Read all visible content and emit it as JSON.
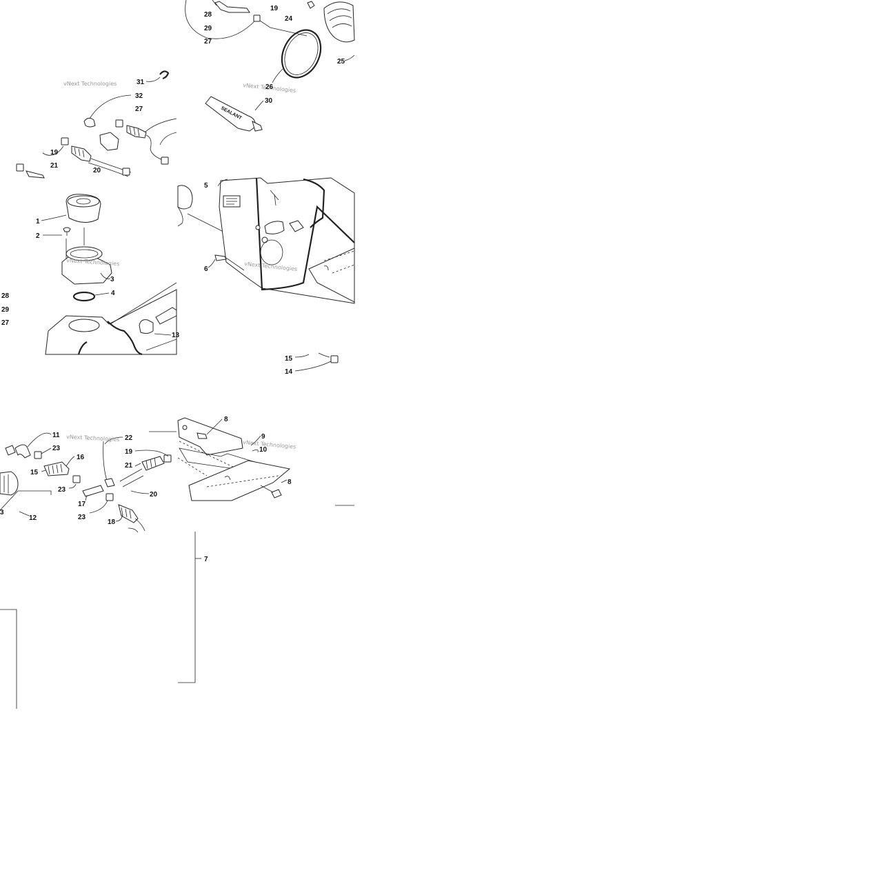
{
  "watermark": "vNext Technologies",
  "sealant_label": "SEALANT",
  "callouts": {
    "p28a": "28",
    "p29a": "29",
    "p27a": "27",
    "p19a": "19",
    "p24": "24",
    "p25": "25",
    "p26": "26",
    "p30": "30",
    "p31": "31",
    "p32": "32",
    "p27b": "27",
    "p19b": "19",
    "p21a": "21",
    "p20a": "20",
    "p5a": "5",
    "p6": "6",
    "p1": "1",
    "p2": "2",
    "p3": "3",
    "p4": "4",
    "p13": "13",
    "p28b": "28",
    "p29b": "29",
    "p27c": "27",
    "p15a": "15",
    "p14": "14",
    "p11": "11",
    "p23a": "23",
    "p22": "22",
    "p16": "16",
    "p15b": "15",
    "p23b": "23",
    "p17": "17",
    "p23c": "23",
    "p18": "18",
    "p12": "12",
    "p3b": "3",
    "p19c": "19",
    "p21b": "21",
    "p20b": "20",
    "p8a": "8",
    "p9": "9",
    "p10": "10",
    "p8b": "8",
    "p7": "7"
  }
}
